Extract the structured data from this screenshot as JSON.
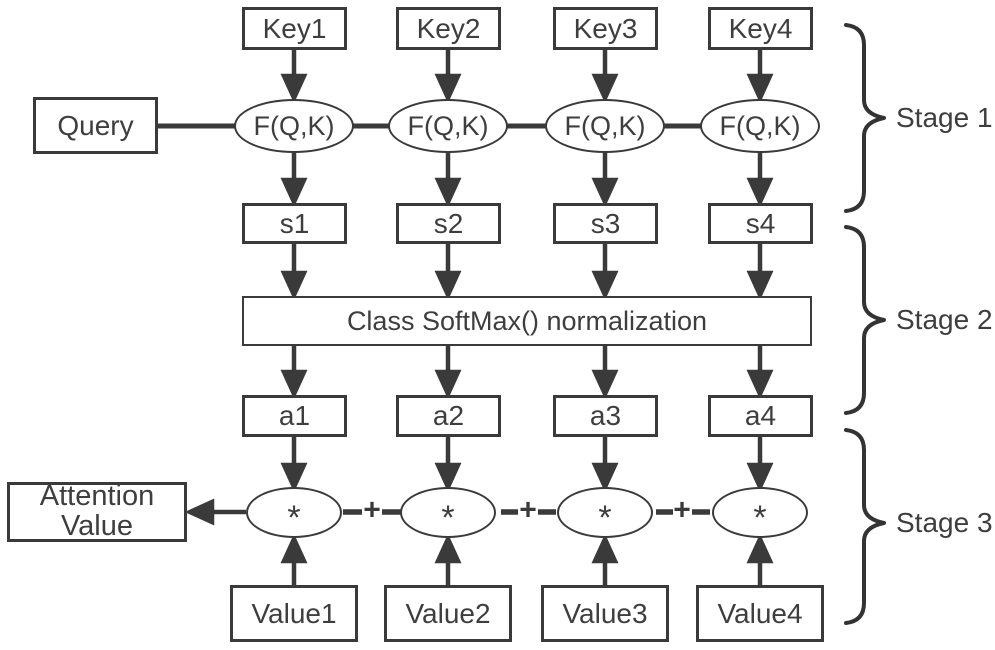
{
  "nodes": {
    "keys": [
      "Key1",
      "Key2",
      "Key3",
      "Key4"
    ],
    "query": "Query",
    "score_fn": [
      "F(Q,K)",
      "F(Q,K)",
      "F(Q,K)",
      "F(Q,K)"
    ],
    "scores": [
      "s1",
      "s2",
      "s3",
      "s4"
    ],
    "softmax": "Class SoftMax() normalization",
    "weights": [
      "a1",
      "a2",
      "a3",
      "a4"
    ],
    "multiply": [
      "*",
      "*",
      "*",
      "*"
    ],
    "plus": [
      "+",
      "+",
      "+"
    ],
    "attention_line1": "Attention",
    "attention_line2": "Value",
    "values": [
      "Value1",
      "Value2",
      "Value3",
      "Value4"
    ]
  },
  "stages": {
    "labels": [
      "Stage 1",
      "Stage 2",
      "Stage 3"
    ]
  },
  "colors": {
    "line": "#3a3a3a",
    "text": "#3e3e3e",
    "background": "#ffffff"
  }
}
